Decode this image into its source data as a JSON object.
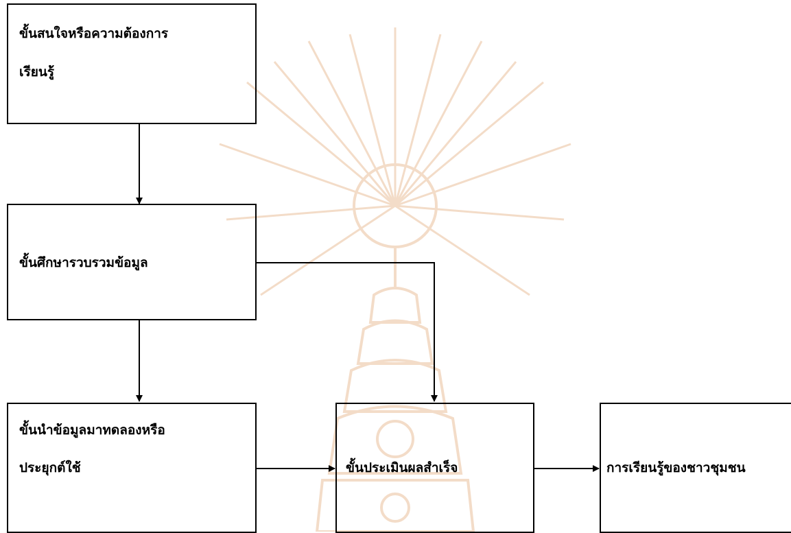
{
  "colors": {
    "line": "#000000",
    "watermark": "#f3dcc8"
  },
  "watermark": {
    "icon": "chulalongkorn-university-emblem"
  },
  "nodes": {
    "interest": {
      "line1": "ขั้นสนใจหรือความต้องการ",
      "line2": "เรียนรู้"
    },
    "study": {
      "line1": "ขั้นศึกษารวบรวมข้อมูล"
    },
    "apply": {
      "line1": "ขั้นนำข้อมูลมาทดลองหรือ",
      "line2": "ประยุกต์ใช้"
    },
    "evaluate": {
      "line1": "ขั้นประเมินผลสำเร็จ"
    },
    "outcome": {
      "line1": "การเรียนรู้ของชาวชุมชน"
    }
  }
}
